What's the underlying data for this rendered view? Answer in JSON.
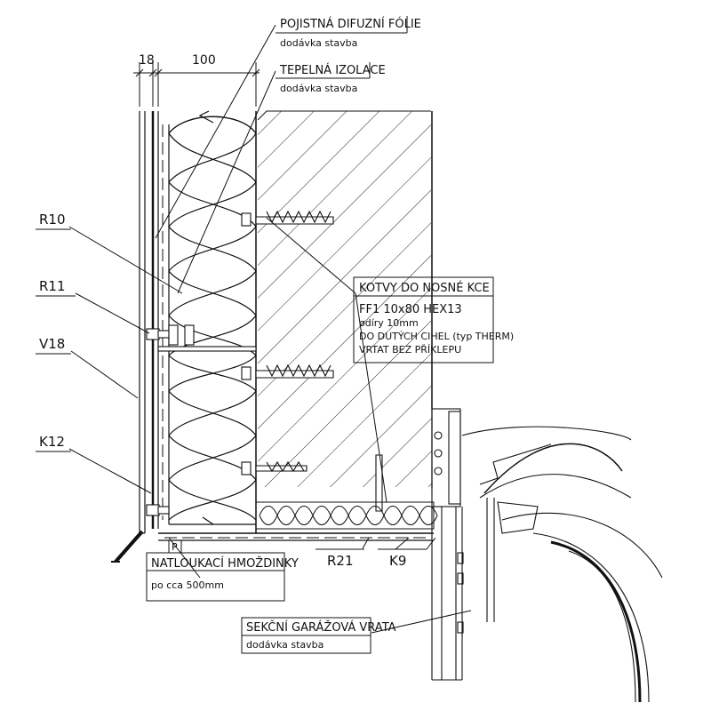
{
  "dimensions": {
    "cladding": "18",
    "insulation": "100"
  },
  "notes": {
    "membrane": {
      "title": "POJISTNÁ DIFUZNÍ FÓLIE",
      "sub": "dodávka stavba"
    },
    "insulation": {
      "title": "TEPELNÁ IZOLACE",
      "sub": "dodávka stavba"
    },
    "anchors": {
      "title": "KOTVY DO NOSNÉ KCE",
      "lines": [
        "FF1 10x80 HEX13",
        "ødíry 10mm",
        "DO DUTÝCH CIHEL (typ THERM)",
        "VRTAT BEZ PŘÍKLEPU"
      ]
    },
    "dowels": {
      "title": "NATLOUKACÍ HMOŽDINKY",
      "sub": "po cca 500mm"
    },
    "door": {
      "title": "SEKČNÍ GARÁŽOVÁ VRATA",
      "sub": "dodávka stavba"
    }
  },
  "tags": {
    "r10": "R10",
    "r11": "R11",
    "v18": "V18",
    "k12": "K12",
    "r21": "R21",
    "k9": "K9",
    "p": "P"
  }
}
